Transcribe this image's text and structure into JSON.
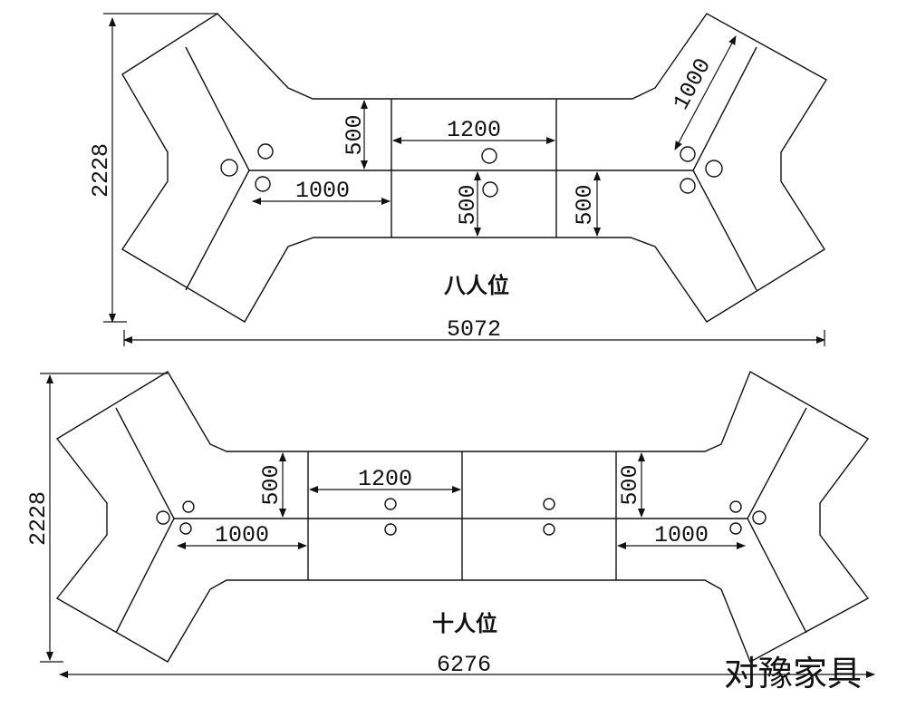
{
  "layouts": {
    "eight": {
      "title": "八人位",
      "overall_length": "5072",
      "overall_depth": "2228",
      "desk_width": "1200",
      "wing_length": "1000",
      "desk_depth_top": "500",
      "desk_depth_bottom_left": "500",
      "desk_depth_bottom_right": "500",
      "wing_desk_length": "1000"
    },
    "ten": {
      "title": "十人位",
      "overall_length": "6276",
      "overall_depth": "2228",
      "desk_width": "1200",
      "wing_length_left": "1000",
      "wing_length_right": "1000",
      "desk_depth_left": "500",
      "desk_depth_right": "500"
    }
  },
  "brand": "对豫家具"
}
